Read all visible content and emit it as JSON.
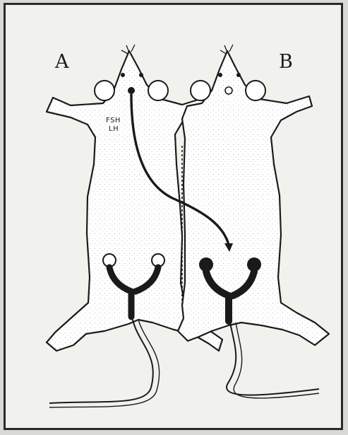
{
  "labels": {
    "left_animal": "A",
    "right_animal": "B",
    "hormone_1": "FSH",
    "hormone_2": "LH"
  },
  "colors": {
    "ink": "#1a1a1a",
    "paper": "#f1f1ee",
    "background": "#d9d9d6"
  }
}
